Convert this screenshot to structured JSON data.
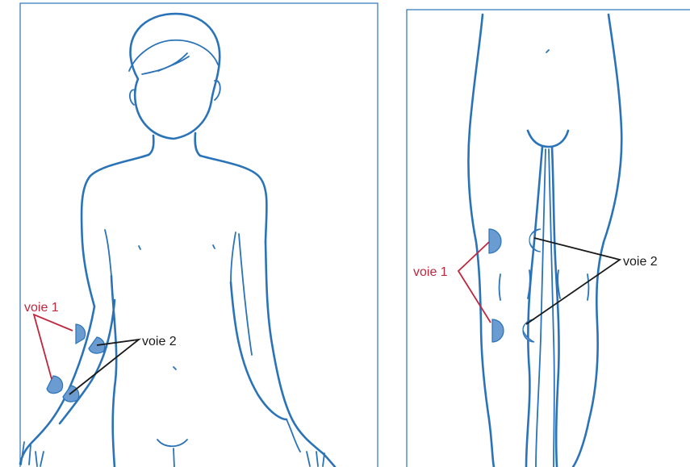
{
  "panels": [
    {
      "id": "upper-body",
      "labels": {
        "route_1": "voie 1",
        "route_2": "voie 2"
      }
    },
    {
      "id": "legs",
      "labels": {
        "route_1": "voie 1",
        "route_2": "voie 2"
      }
    }
  ],
  "colors": {
    "outline": "#2a73b8",
    "injection_site_fill": "#6a9bd1",
    "route_1_line": "#c0273d",
    "route_2_line": "#1a1a1a"
  }
}
